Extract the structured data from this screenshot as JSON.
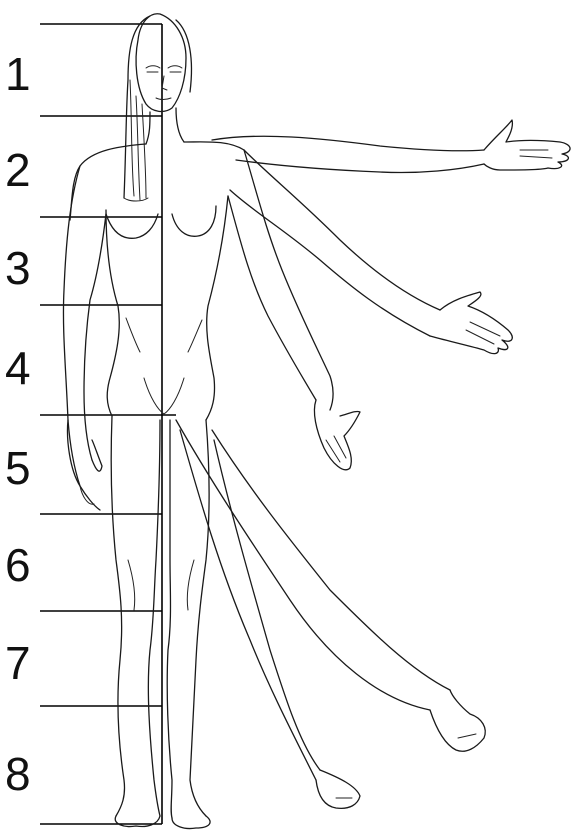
{
  "figure": {
    "head_units": [
      "1",
      "2",
      "3",
      "4",
      "5",
      "6",
      "7",
      "8"
    ]
  },
  "colors": {
    "ink": "#111111",
    "background": "#ffffff"
  }
}
